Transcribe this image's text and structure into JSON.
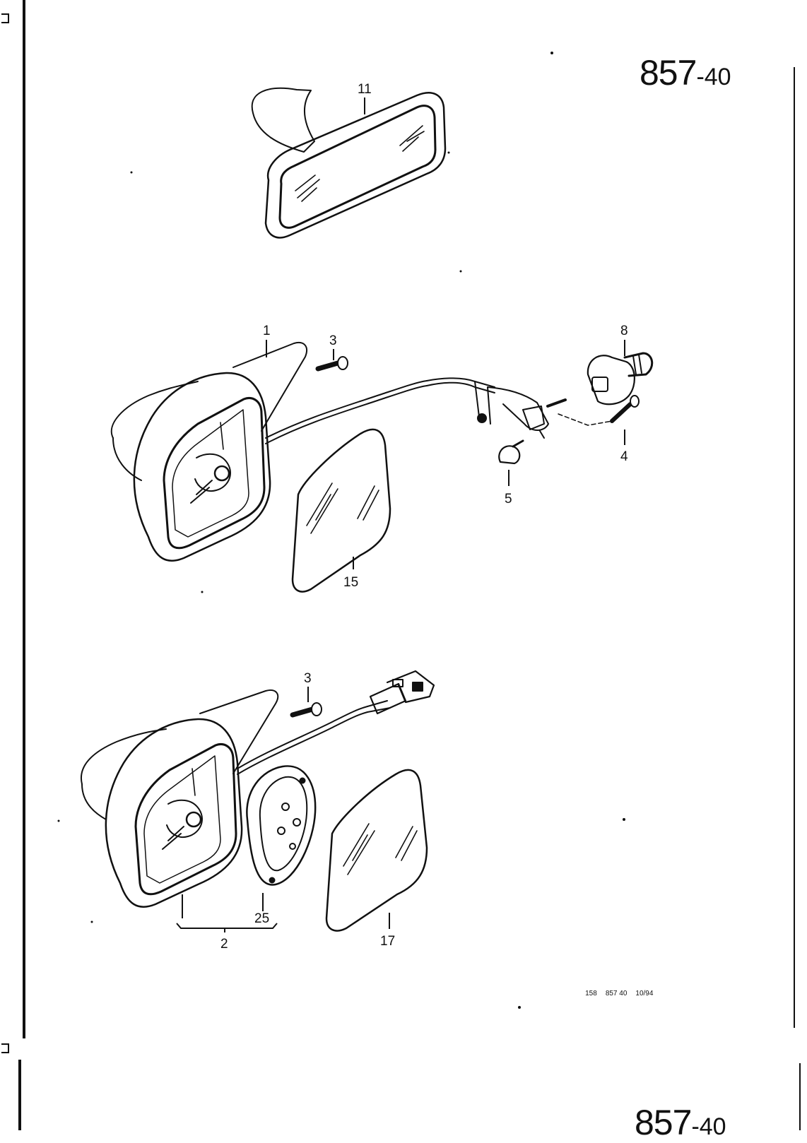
{
  "page_number": {
    "main": "857",
    "suffix": "-40"
  },
  "page_number_bottom": {
    "main": "857",
    "suffix": "-40"
  },
  "footer": {
    "code1": "158",
    "code2": "857 40",
    "date": "10/94"
  },
  "callouts": {
    "c11": "11",
    "c1": "1",
    "c3a": "3",
    "c8": "8",
    "c4": "4",
    "c5": "5",
    "c15": "15",
    "c3b": "3",
    "c25": "25",
    "c2": "2",
    "c17": "17"
  }
}
